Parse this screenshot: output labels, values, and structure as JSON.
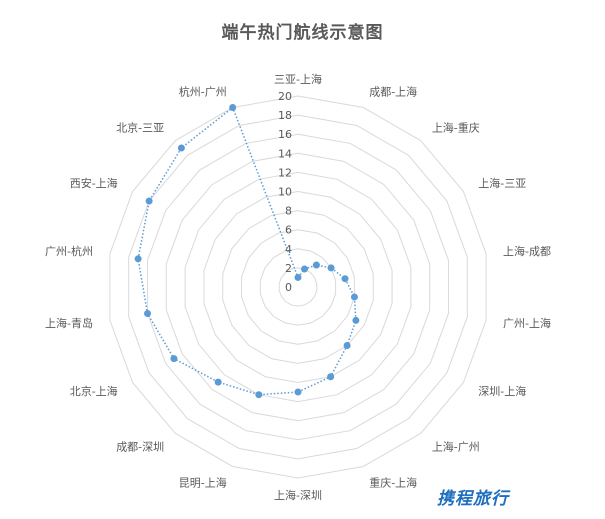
{
  "chart_data": {
    "type": "radar",
    "title": "端午热门航线示意图",
    "categories": [
      "三亚-上海",
      "成都-上海",
      "上海-重庆",
      "上海-三亚",
      "上海-成都",
      "广州-上海",
      "深圳-上海",
      "上海-广州",
      "重庆-上海",
      "上海-深圳",
      "昆明-上海",
      "成都-深圳",
      "北京-上海",
      "上海-青岛",
      "广州-杭州",
      "西安-上海",
      "北京-三亚",
      "杭州-广州"
    ],
    "values": [
      1,
      2,
      3,
      4,
      5,
      6,
      7,
      8,
      10,
      11,
      12,
      13,
      15,
      16,
      17,
      18,
      19,
      20
    ],
    "rlim": [
      0,
      20
    ],
    "ticks": [
      "0",
      "2",
      "4",
      "6",
      "8",
      "10",
      "12",
      "14",
      "16",
      "18",
      "20"
    ],
    "grid": true,
    "legend": "none",
    "series_color": "#5b9bd5",
    "grid_color": "#d9d9d9"
  },
  "logo": {
    "text": "携程旅行",
    "color": "#1f6fc0"
  }
}
